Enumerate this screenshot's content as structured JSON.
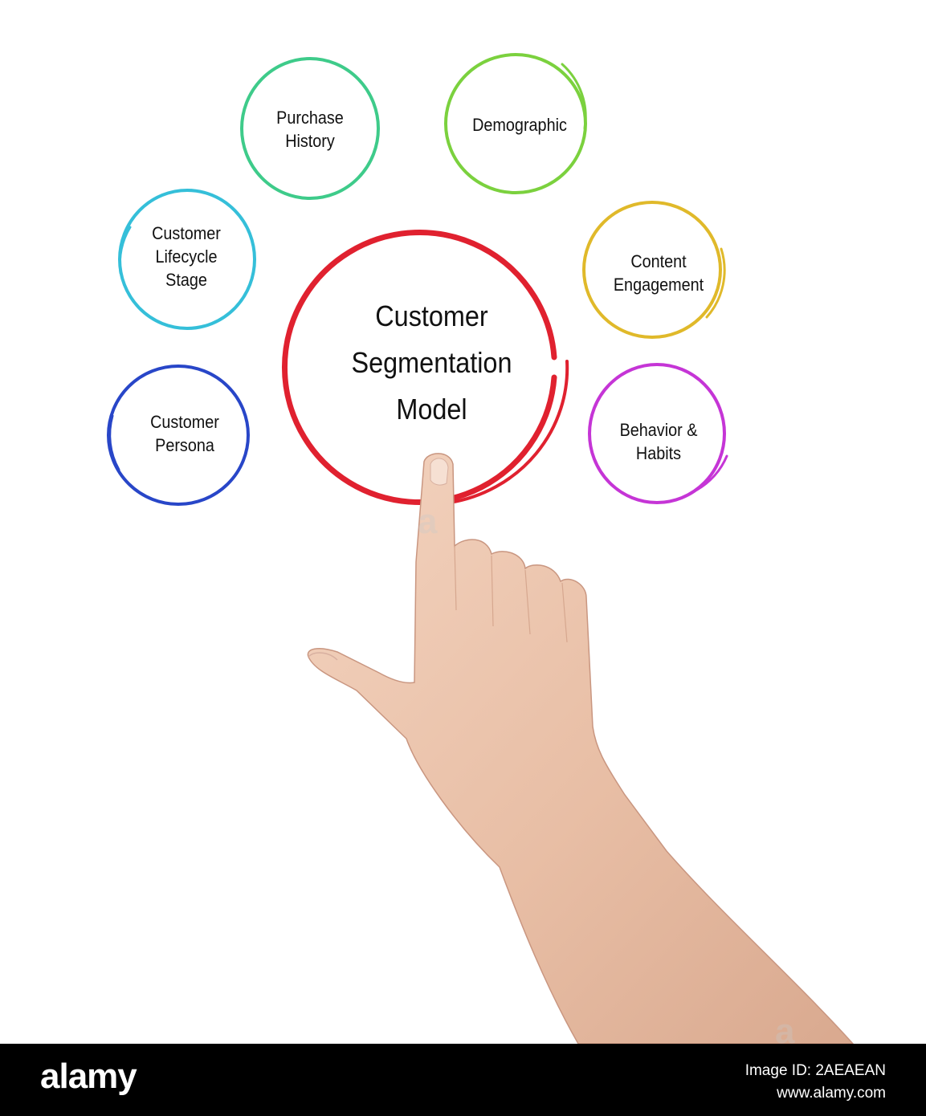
{
  "diagram": {
    "center": {
      "label": "Customer\nSegmentation\nModel",
      "color": "#e0212f"
    },
    "nodes": [
      {
        "id": "purchase-history",
        "label": "Purchase\nHistory",
        "color": "#3ecb8a"
      },
      {
        "id": "demographic",
        "label": "Demographic",
        "color": "#7bd13e"
      },
      {
        "id": "customer-lifecycle-stage",
        "label": "Customer\nLifecycle\nStage",
        "color": "#35bfd9"
      },
      {
        "id": "content-engagement",
        "label": "Content\nEngagement",
        "color": "#e0b92a"
      },
      {
        "id": "customer-persona",
        "label": "Customer\nPersona",
        "color": "#2846c8"
      },
      {
        "id": "behavior-habits",
        "label": "Behavior &\nHabits",
        "color": "#c535d6"
      }
    ]
  },
  "footer": {
    "logo": "alamy",
    "image_id": "Image ID: 2AEAEAN",
    "site": "www.alamy.com"
  }
}
